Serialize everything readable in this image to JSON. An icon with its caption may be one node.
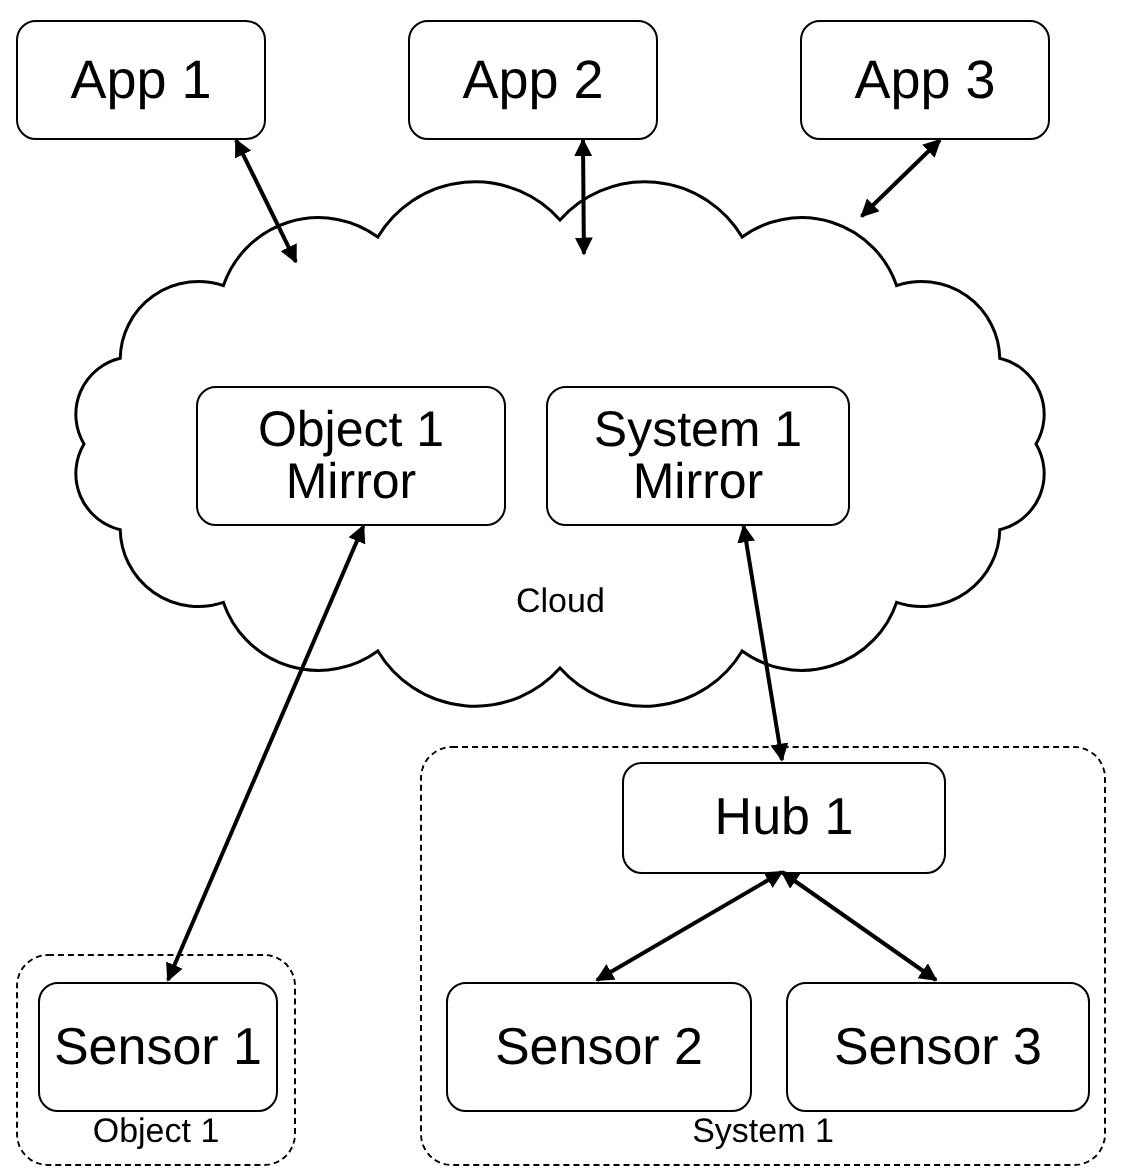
{
  "diagram": {
    "nodes": [
      {
        "text": [
          "App 1"
        ]
      },
      {
        "text": [
          "App 2"
        ]
      },
      {
        "text": [
          "App 3"
        ]
      },
      {
        "text": [
          "Cloud"
        ]
      },
      {
        "text": [
          "Object 1 Mirror"
        ],
        "in": 3
      },
      {
        "text": [
          "System 1 Mirror"
        ],
        "in": 3
      },
      {
        "text": [
          "Object 1"
        ]
      },
      {
        "text": [
          "Sensor 1"
        ],
        "in": 6
      },
      {
        "text": [
          "System 1"
        ]
      },
      {
        "text": [
          "Hub 1"
        ],
        "in": 8
      },
      {
        "text": [
          "Sensor 2"
        ],
        "in": 8
      },
      {
        "text": [
          "Sensor 3"
        ],
        "in": 8
      }
    ],
    "edges": [
      {
        "from": 0,
        "to": 3,
        "arrow": "both"
      },
      {
        "from": 1,
        "to": 3,
        "arrow": "both"
      },
      {
        "from": 2,
        "to": 3,
        "arrow": "both"
      },
      {
        "from": 4,
        "to": 7,
        "arrow": "both"
      },
      {
        "from": 5,
        "to": 9,
        "arrow": "both"
      },
      {
        "from": 9,
        "to": 10,
        "arrow": "both"
      },
      {
        "from": 9,
        "to": 11,
        "arrow": "both"
      }
    ]
  }
}
